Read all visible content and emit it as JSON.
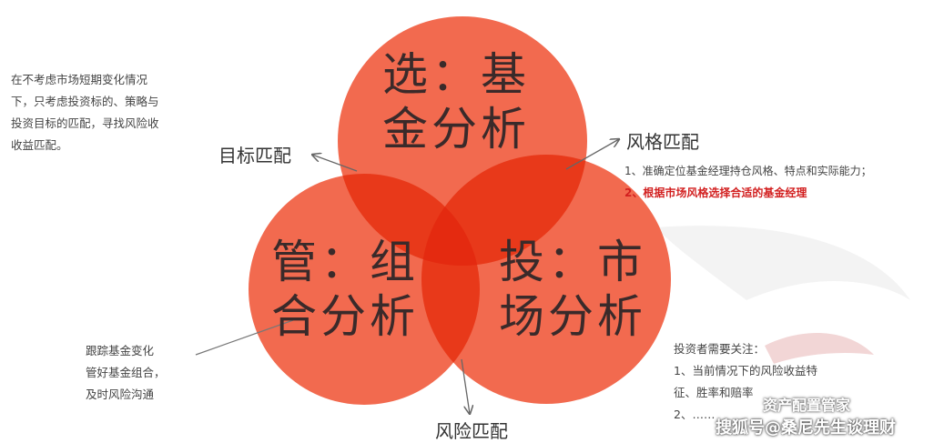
{
  "circles": {
    "top": {
      "line1": "选：基",
      "line2": "金分析"
    },
    "left": {
      "line1": "管：组",
      "line2": "合分析"
    },
    "right": {
      "line1": "投：市",
      "line2": "场分析"
    }
  },
  "labels": {
    "target_match": "目标匹配",
    "style_match": "风格匹配",
    "risk_match": "风险匹配"
  },
  "notes": {
    "target": [
      "在不考虑市场短期变化情况",
      "下，只考虑投资标的、策略与",
      "投资目标的匹配，寻找风险收",
      "收益匹配。"
    ],
    "style": [
      "1、准确定位基金经理持仓风格、特点和实际能力；",
      "2、根据市场风格选择合适的基金经理"
    ],
    "manage": [
      "跟踪基金变化",
      "管好基金组合，",
      "及时风险沟通"
    ],
    "risk": [
      "投资者需要关注：",
      "1、当前情况下的风险收益特",
      "征、胜率和赔率",
      "2、……"
    ]
  },
  "watermark": {
    "line1": "资产配置管家",
    "line2": "搜狐号@桑尼先生谈理财"
  },
  "colors": {
    "circle": "#f26a4f",
    "overlap": "#e8391a",
    "center": "#e42a10"
  }
}
